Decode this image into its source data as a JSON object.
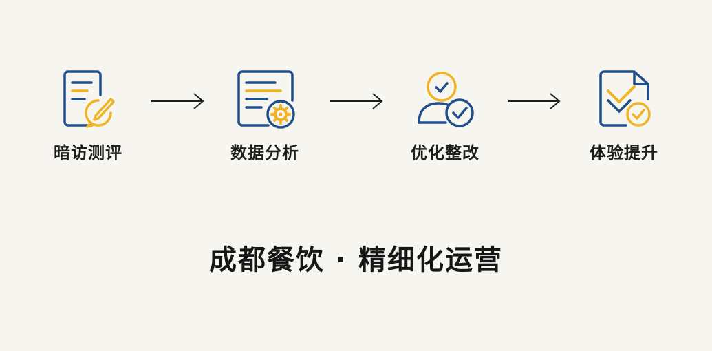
{
  "steps": [
    {
      "label": "暗访测评",
      "icon": "survey-edit-icon"
    },
    {
      "label": "数据分析",
      "icon": "data-settings-icon"
    },
    {
      "label": "优化整改",
      "icon": "user-check-icon"
    },
    {
      "label": "体验提升",
      "icon": "document-check-icon"
    }
  ],
  "tagline": "成都餐饮 · 精细化运营",
  "colors": {
    "primary": "#1f4e8c",
    "accent": "#f0b323",
    "text": "#1e1e1e",
    "background": "#f6f5ef"
  }
}
